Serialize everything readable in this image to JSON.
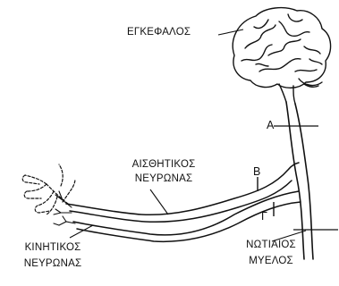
{
  "labels": {
    "brain": "ΕΓΚΕΦΑΛΟΣ",
    "sensory_neuron_line1": "ΑΙΣΘΗΤΙΚΟΣ",
    "sensory_neuron_line2": "ΝΕΥΡΩΝΑΣ",
    "motor_neuron_line1": "ΚΙΝΗΤΙΚΟΣ",
    "motor_neuron_line2": "ΝΕΥΡΩΝΑΣ",
    "spinal_cord_line1": "ΝΩΤΙΑΙΟΣ",
    "spinal_cord_line2": "ΜΥΕΛΟΣ"
  },
  "markers": {
    "a": "Α",
    "b": "Β",
    "g": "Γ"
  },
  "colors": {
    "ink": "#111111",
    "background": "#ffffff"
  }
}
